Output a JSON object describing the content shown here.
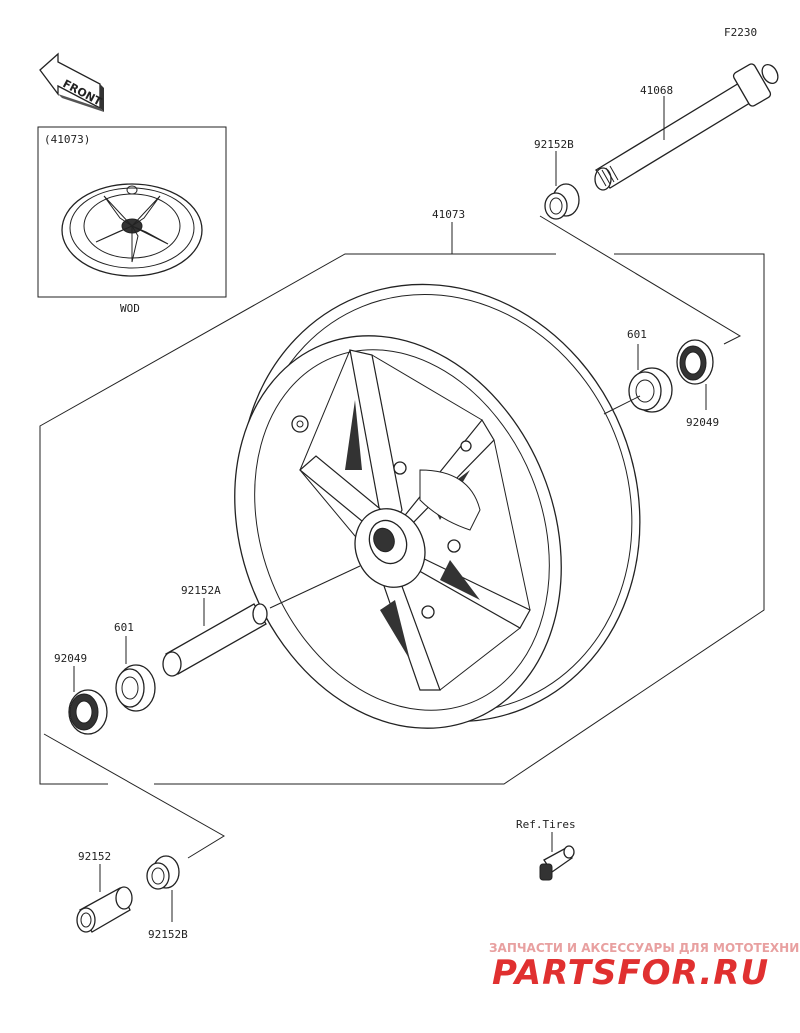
{
  "figure_code": "F2230",
  "front_label": "FRONT",
  "inset": {
    "part_ref": "(41073)",
    "caption": "WOD"
  },
  "parts": {
    "axle": "41068",
    "collar_top": "92152B",
    "wheel": "41073",
    "bearing_right": "601",
    "seal_right": "92049",
    "spacer": "92152A",
    "bearing_left": "601",
    "seal_left": "92049",
    "collar_bottom": "92152",
    "collar_bottom_b": "92152B",
    "valve_ref": "Ref.Tires"
  },
  "watermark": {
    "line1": "ЗАПЧАСТИ И АКСЕССУАРЫ ДЛЯ МОТОТЕХНИКИ",
    "line2": "PARTSFOR.RU"
  }
}
